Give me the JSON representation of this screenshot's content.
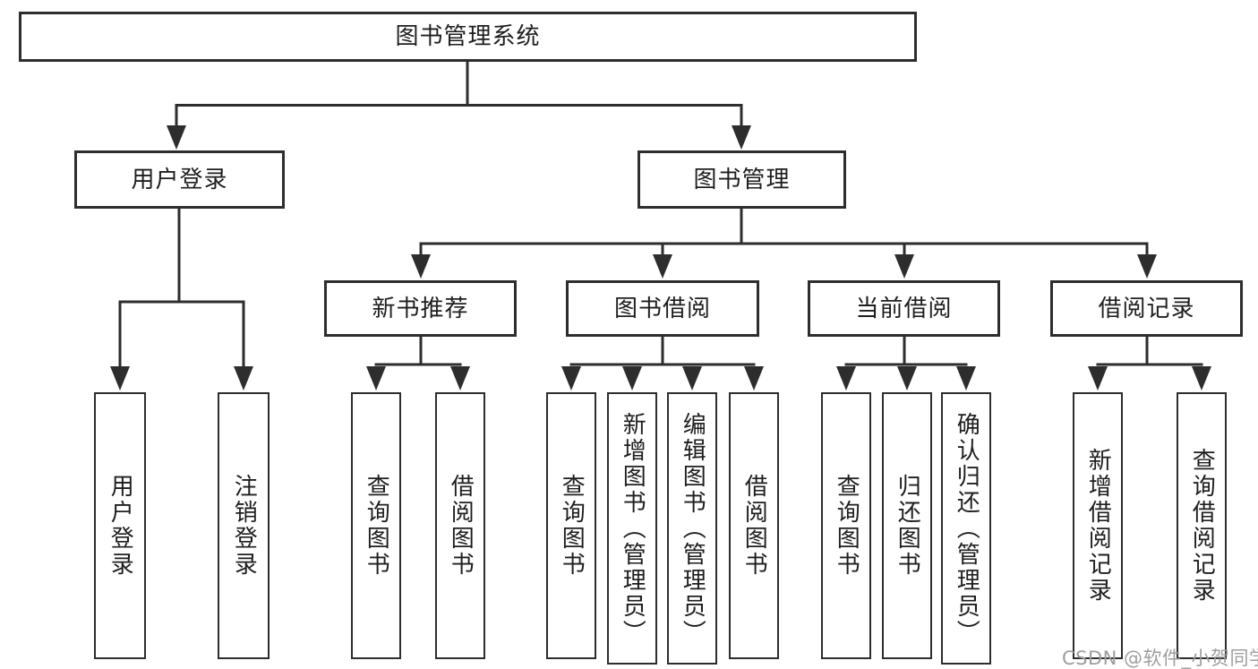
{
  "title": "图书管理系统",
  "watermark": "CSDN @软件_小贺同学",
  "colors": {
    "line": "#2d2d2d",
    "text": "#1e1e1e",
    "box_fill": "#ffffff",
    "watermark": "#9e9e9e",
    "background": "#ffffff"
  },
  "nodes": {
    "root": "图书管理系统",
    "user_login": "用户登录",
    "book_management": "图书管理",
    "new_book_recommend": "新书推荐",
    "book_borrowing": "图书借阅",
    "current_borrowing": "当前借阅",
    "borrow_records": "借阅记录",
    "leaf_user_login": "用户登录",
    "leaf_logout": "注销登录",
    "leaf_query_books_recommend": "查询图书",
    "leaf_borrow_books_recommend": "借阅图书",
    "leaf_query_books_borrowing": "查询图书",
    "leaf_add_books_admin": "新增图书（管理员）",
    "leaf_edit_books_admin": "编辑图书（管理员）",
    "leaf_borrow_books_borrowing": "借阅图书",
    "leaf_query_books_current": "查询图书",
    "leaf_return_books": "归还图书",
    "leaf_confirm_return_admin": "确认归还（管理员）",
    "leaf_add_borrow_record": "新增借阅记录",
    "leaf_query_borrow_record": "查询借阅记录"
  },
  "tree": {
    "图书管理系统": {
      "用户登录": [
        "用户登录",
        "注销登录"
      ],
      "图书管理": {
        "新书推荐": [
          "查询图书",
          "借阅图书"
        ],
        "图书借阅": [
          "查询图书",
          "新增图书（管理员）",
          "编辑图书（管理员）",
          "借阅图书"
        ],
        "当前借阅": [
          "查询图书",
          "归还图书",
          "确认归还（管理员）"
        ],
        "借阅记录": [
          "新增借阅记录",
          "查询借阅记录"
        ]
      }
    }
  }
}
